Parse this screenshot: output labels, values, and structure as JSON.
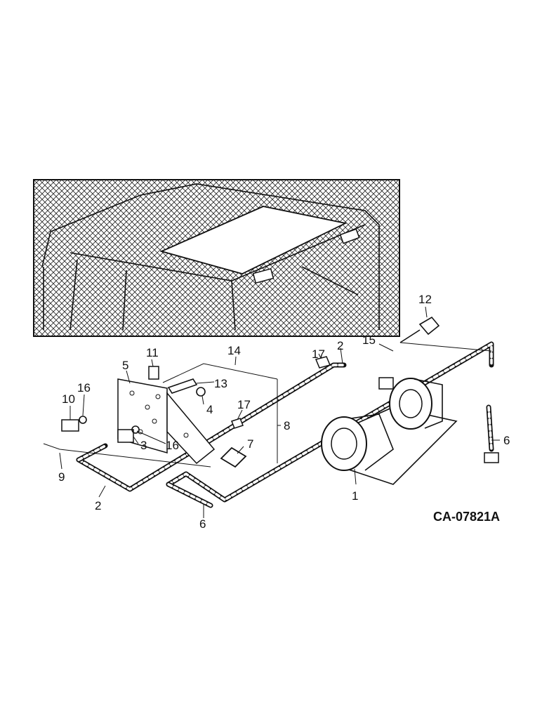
{
  "drawing": {
    "reference": "CA-07821A"
  },
  "callouts": [
    {
      "id": "c1",
      "label": "1"
    },
    {
      "id": "c2a",
      "label": "2"
    },
    {
      "id": "c2b",
      "label": "2"
    },
    {
      "id": "c3",
      "label": "3"
    },
    {
      "id": "c4",
      "label": "4"
    },
    {
      "id": "c5",
      "label": "5"
    },
    {
      "id": "c6a",
      "label": "6"
    },
    {
      "id": "c6b",
      "label": "6"
    },
    {
      "id": "c7",
      "label": "7"
    },
    {
      "id": "c8",
      "label": "8"
    },
    {
      "id": "c9",
      "label": "9"
    },
    {
      "id": "c10",
      "label": "10"
    },
    {
      "id": "c11",
      "label": "11"
    },
    {
      "id": "c12",
      "label": "12"
    },
    {
      "id": "c13",
      "label": "13"
    },
    {
      "id": "c14",
      "label": "14"
    },
    {
      "id": "c15",
      "label": "15"
    },
    {
      "id": "c16a",
      "label": "16"
    },
    {
      "id": "c16b",
      "label": "16"
    },
    {
      "id": "c17a",
      "label": "17"
    },
    {
      "id": "c17b",
      "label": "17"
    }
  ]
}
